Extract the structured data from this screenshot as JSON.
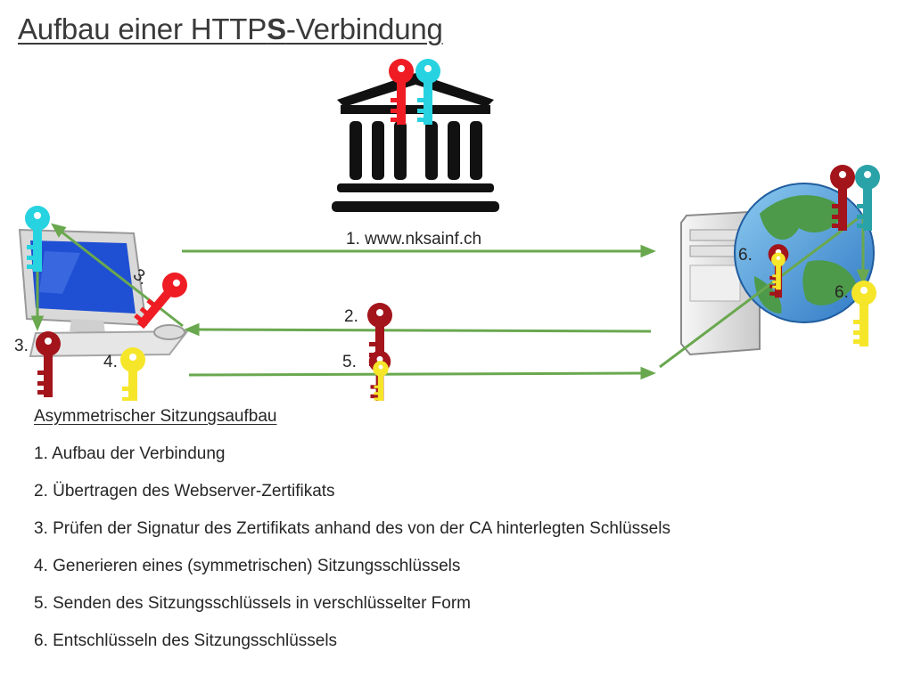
{
  "title": {
    "prefix": "Aufbau einer HTTP",
    "highlight": "S",
    "suffix": "-Verbindung"
  },
  "diagram": {
    "url_label": "1. www.nksainf.ch",
    "step_labels": {
      "step2": "2.",
      "step3_left": "3.",
      "step3_rotated": "3.",
      "step4": "4.",
      "step5": "5.",
      "step6_server": "6.",
      "step6_globe": "6."
    },
    "colors": {
      "arrow": "#6aa84f",
      "ca_private_key": "#ef1c24",
      "ca_public_key": "#27d3e0",
      "server_private_key": "#a3141b",
      "server_public_key": "#2aa3a8",
      "session_key": "#f6e62a",
      "monitor_screen": "#1f4fd3"
    },
    "icons": [
      "bank-icon",
      "computer-icon",
      "server-icon",
      "globe-icon",
      "key-icon"
    ]
  },
  "steps": {
    "heading": "Asymmetrischer Sitzungsaufbau",
    "items": [
      "1. Aufbau der Verbindung",
      "2. Übertragen des Webserver-Zertifikats",
      "3. Prüfen der Signatur des Zertifikats anhand des von der CA hinterlegten Schlüssels",
      "4. Generieren eines (symmetrischen) Sitzungsschlüssels",
      "5. Senden des Sitzungsschlüssels in verschlüsselter Form",
      "6. Entschlüsseln des Sitzungsschlüssels"
    ]
  }
}
